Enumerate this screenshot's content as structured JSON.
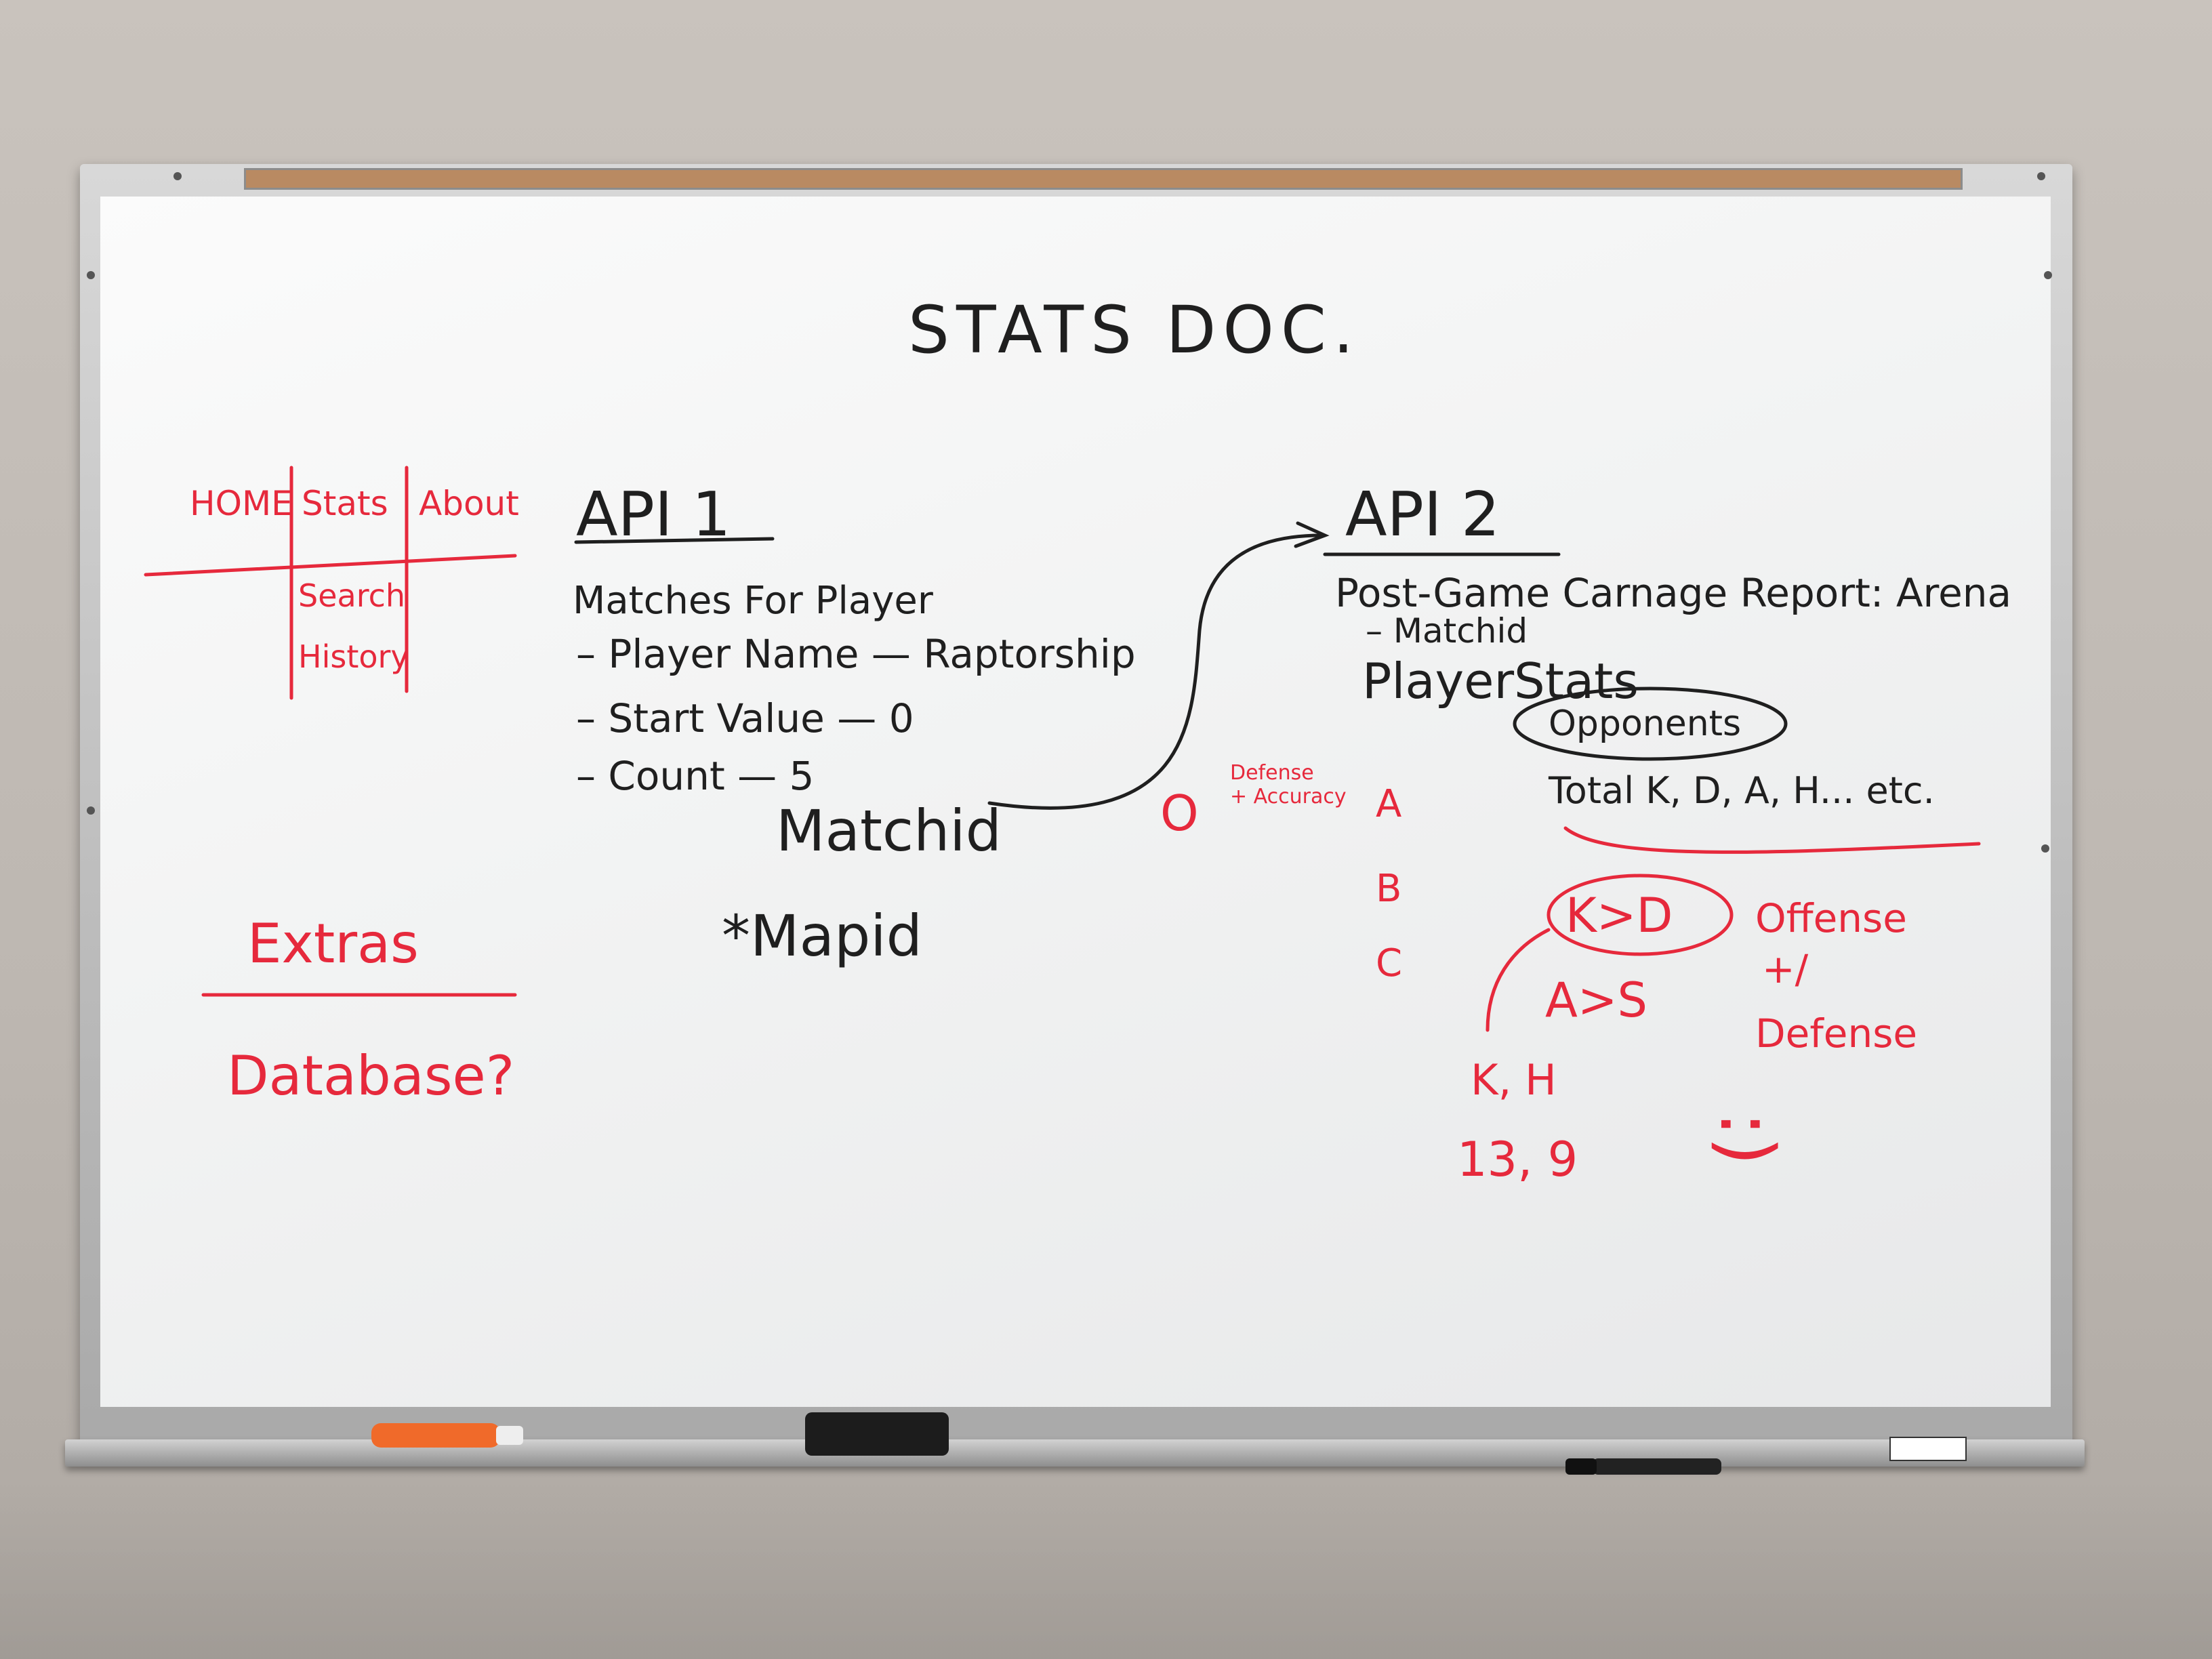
{
  "board": {
    "title": "STATS DOC.",
    "nav": {
      "home": "HOME",
      "stats": "Stats",
      "about": "About",
      "search": "Search",
      "history": "History"
    },
    "extras": {
      "heading": "Extras",
      "database": "Database?"
    },
    "api1": {
      "heading": "API 1",
      "subheading": "Matches For Player",
      "params": [
        "– Player Name — Raptorship",
        "– Start Value — 0",
        "– Count — 5"
      ],
      "matchid": "Matchid",
      "mapid": "*Mapid"
    },
    "api2": {
      "heading": "API 2",
      "report": "Post-Game Carnage Report: Arena",
      "matchid": "– Matchid",
      "player_stats": "PlayerStats",
      "opponents": "Opponents",
      "total_row": "Total K, D, A, H... etc."
    },
    "defense_note": {
      "line1": "Defense",
      "line2": "+ Accuracy",
      "circle": "O",
      "letters": [
        "A",
        "B",
        "C"
      ]
    },
    "analysis": {
      "kd": "K>D",
      "as": "A>S",
      "kh": "K, H",
      "values": "13, 9",
      "offense": "Offense",
      "plus": "+/",
      "defense": "Defense",
      "smiley": ":)"
    }
  }
}
